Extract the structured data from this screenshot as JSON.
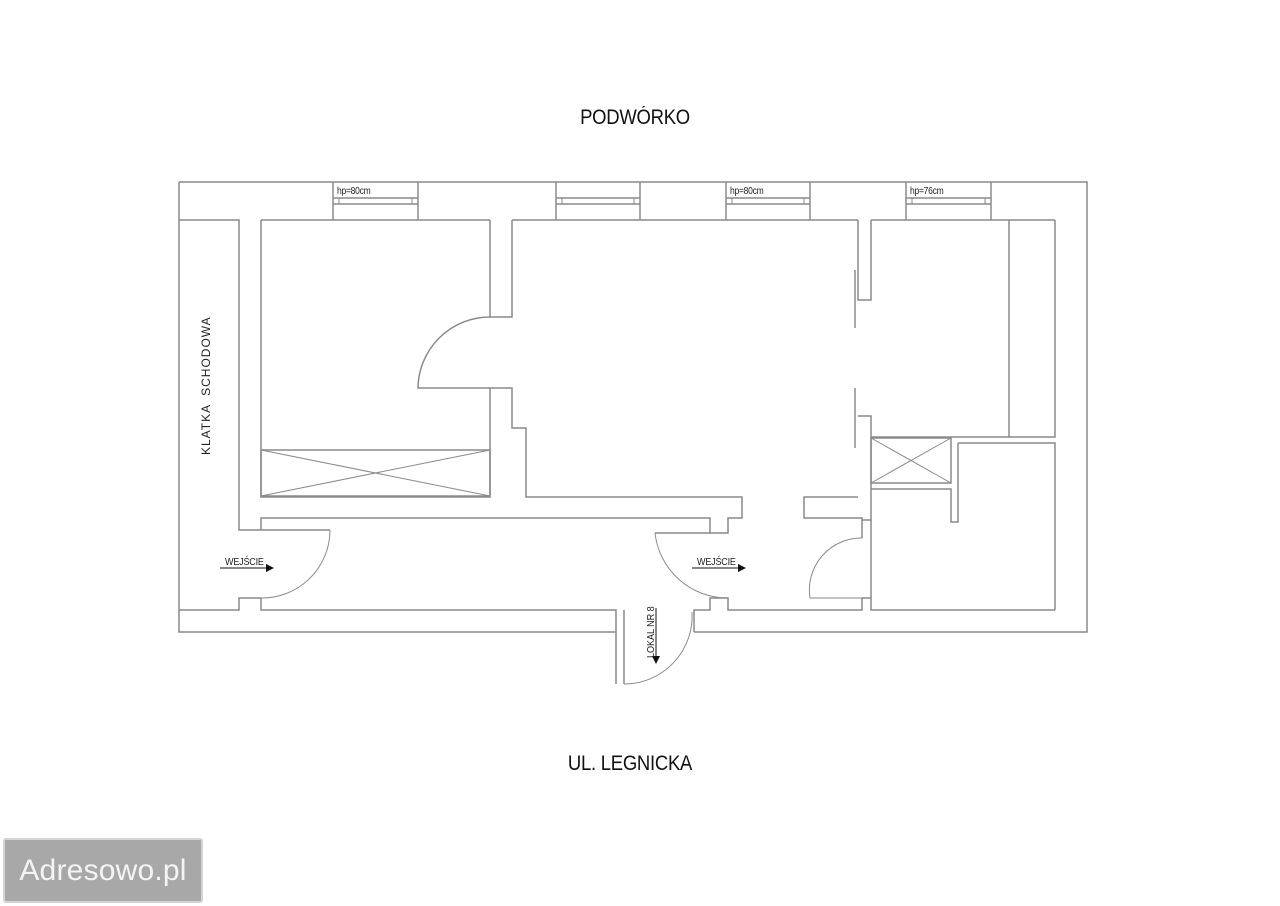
{
  "plan": {
    "top_label": "PODWÓRKO",
    "bottom_label": "UL. LEGNICKA",
    "staircase_label": "KLATKA  SCHODOWA",
    "windows": [
      {
        "label": "hp=80cm"
      },
      {
        "label": ""
      },
      {
        "label": "hp=80cm"
      },
      {
        "label": "hp=76cm"
      }
    ],
    "entrances": [
      {
        "label": "WEJŚCIE"
      },
      {
        "label": "WEJŚCIE"
      }
    ],
    "unit_label": "LOKAL NR 8",
    "line_color": "#8a8a8a"
  },
  "watermark": {
    "text": "Adresowo.pl"
  }
}
